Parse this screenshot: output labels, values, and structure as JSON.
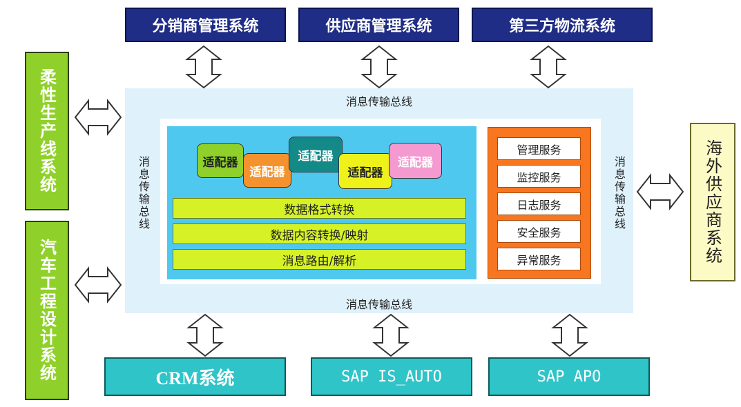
{
  "top_systems": [
    "分销商管理系统",
    "供应商管理系统",
    "第三方物流系统"
  ],
  "bottom_systems": [
    "CRM系统",
    "SAP IS_AUTO",
    "SAP APO"
  ],
  "left_systems": [
    "柔性生产线系统",
    "汽车工程设计系统"
  ],
  "right_system": "海外供应商系统",
  "bus": {
    "top_label": "消息传输总线",
    "bottom_label": "消息传输总线",
    "left_label": "消息传输总线",
    "right_label": "消息传输总线"
  },
  "adapters": [
    {
      "label": "适配器",
      "color": "#8fd12a"
    },
    {
      "label": "适配器",
      "color": "#f3922e"
    },
    {
      "label": "适配器",
      "color": "#148a88"
    },
    {
      "label": "适配器",
      "color": "#eef21a"
    },
    {
      "label": "适配器",
      "color": "#f49ad0"
    }
  ],
  "processing": [
    "数据格式转换",
    "数据内容转换/映射",
    "消息路由/解析"
  ],
  "services": [
    "管理服务",
    "监控服务",
    "日志服务",
    "安全服务",
    "异常服务"
  ],
  "colors": {
    "navy": "#1f2d86",
    "teal": "#2fc4c8",
    "green": "#8fd12a",
    "yellow_box": "#fdfbc5",
    "bus_bg": "#dff1fb",
    "cyan_panel": "#4fc8ef",
    "orange_panel": "#f7761f",
    "bar": "#d6f227"
  }
}
